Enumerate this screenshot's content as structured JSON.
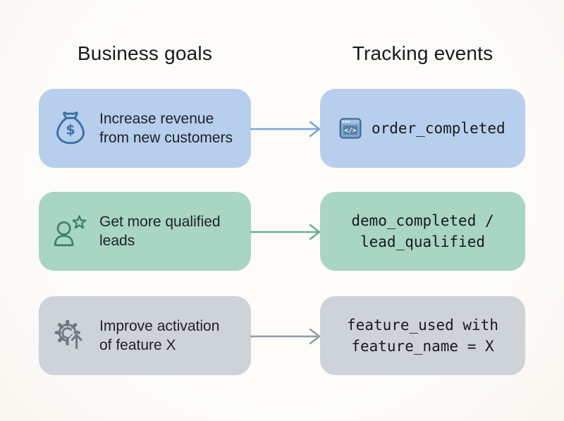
{
  "page": {
    "background_color": "#fbf9f4",
    "text_color": "#17191c"
  },
  "headers": {
    "left": "Business goals",
    "right": "Tracking events"
  },
  "rows": [
    {
      "goal": "Increase revenue\nfrom new customers",
      "event": "order_completed",
      "goal_icon": "money-bag-icon",
      "event_icon": "code-window-icon",
      "card_color": "#b7cfec",
      "arrow_color": "#7ba4d8",
      "icon_color": "#3a72a8"
    },
    {
      "goal": "Get more qualified\nleads",
      "event": "demo_completed /\nlead_qualified",
      "goal_icon": "person-star-icon",
      "card_color": "#a9d5c3",
      "arrow_color": "#67ae93",
      "icon_color": "#3e8169"
    },
    {
      "goal": "Improve activation\nof feature X",
      "event": "feature_used with\nfeature_name = X",
      "goal_icon": "gear-up-arrow-icon",
      "card_color": "#cdd3d9",
      "arrow_color": "#919ca7",
      "icon_color": "#6d7781"
    }
  ]
}
